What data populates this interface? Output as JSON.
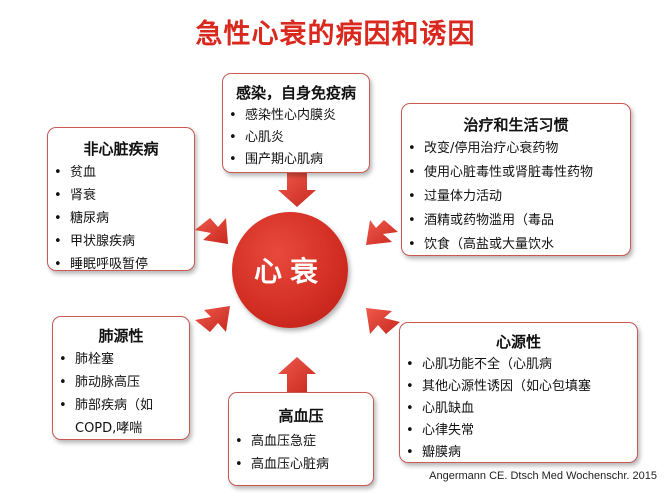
{
  "title": "急性心衰的病因和诱因",
  "center_label": "心衰",
  "boxes": {
    "top": {
      "heading": "感染，自身免疫病",
      "items": [
        "感染性心内膜炎",
        "心肌炎",
        "围产期心肌病"
      ]
    },
    "left_top": {
      "heading": "非心脏疾病",
      "items": [
        "贫血",
        "肾衰",
        "糖尿病",
        "甲状腺疾病",
        "睡眠呼吸暂停"
      ]
    },
    "right_top": {
      "heading": "治疗和生活习惯",
      "items": [
        "改变/停用治疗心衰药物",
        "使用心脏毒性或肾脏毒性药物",
        "过量体力活动",
        "酒精或药物滥用（毒品",
        "饮食（高盐或大量饮水"
      ]
    },
    "left_bottom": {
      "heading": "肺源性",
      "items": [
        "肺栓塞",
        "肺动脉高压",
        "肺部疾病（如",
        "COPD,哮喘"
      ]
    },
    "right_bottom": {
      "heading": "心源性",
      "items": [
        "心肌功能不全（心肌病",
        "其他心源性诱因（如心包填塞",
        "心肌缺血",
        "心律失常",
        "瓣膜病"
      ]
    },
    "bottom": {
      "heading": "高血压",
      "items": [
        "高血压急症",
        "高血压心脏病"
      ]
    }
  },
  "credit": "Angermann CE. Dtsch Med Wochenschr. 2015",
  "colors": {
    "accent": "#d9281e",
    "arrow": "#d8382c"
  }
}
